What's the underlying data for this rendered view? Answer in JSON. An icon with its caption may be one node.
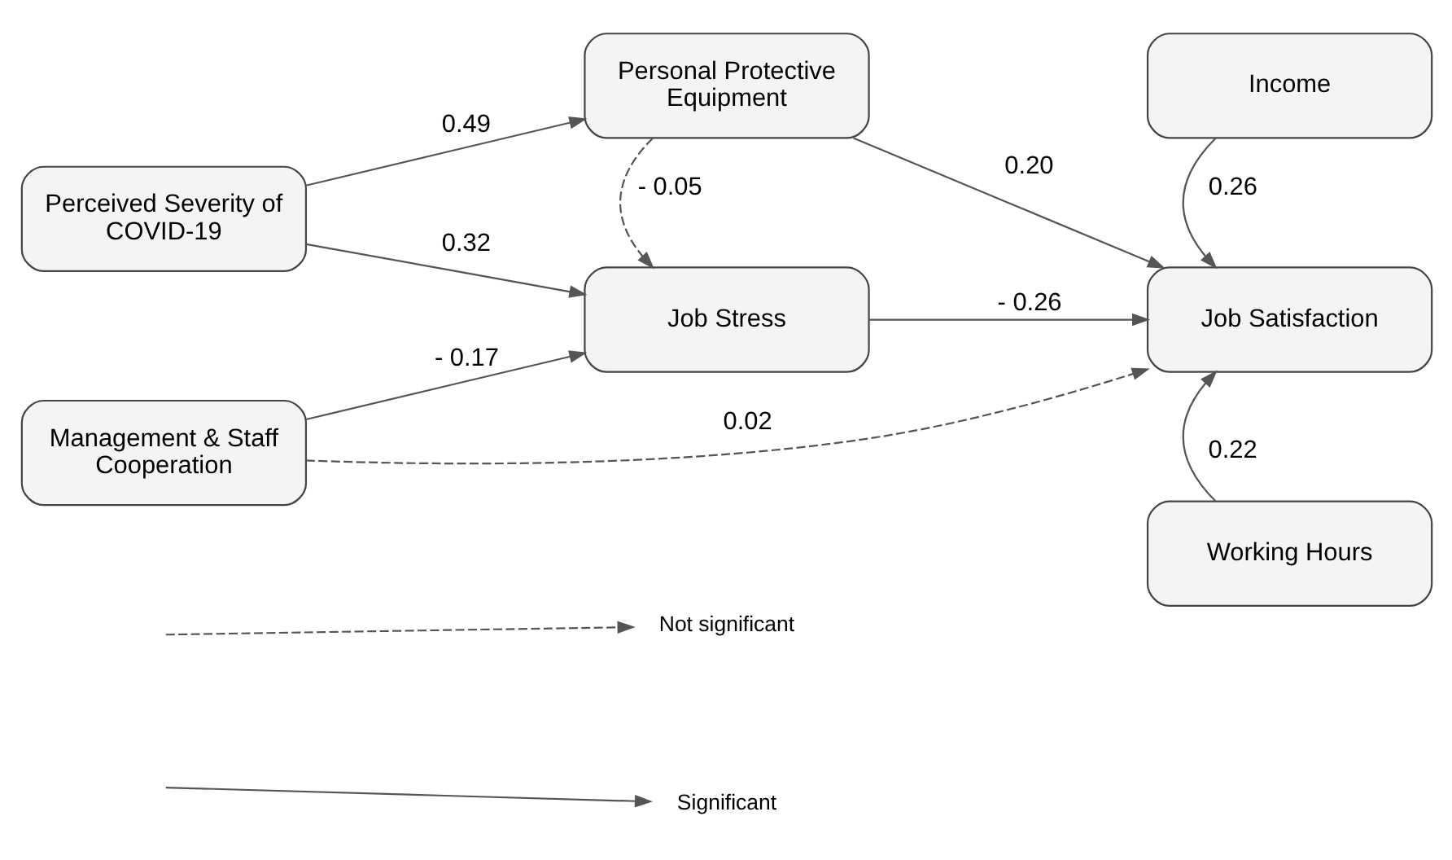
{
  "diagram": {
    "nodes": [
      {
        "text": [
          "Personal Protective Equipment"
        ]
      },
      {
        "text": [
          "Income"
        ]
      },
      {
        "text": [
          "Perceived Severity of COVID-19"
        ]
      },
      {
        "text": [
          "Job Stress"
        ]
      },
      {
        "text": [
          "Job Satisfaction"
        ]
      },
      {
        "text": [
          "Management & Staff Cooperation"
        ]
      },
      {
        "text": [
          "Working Hours"
        ]
      }
    ],
    "edges": [
      {
        "from": 2,
        "to": 0,
        "arrow": "to",
        "label": "0.49"
      },
      {
        "from": 0,
        "to": 3,
        "arrow": "to",
        "label": "- 0.05",
        "style": "dashed"
      },
      {
        "from": 0,
        "to": 4,
        "arrow": "to",
        "label": "0.20"
      },
      {
        "from": 1,
        "to": 4,
        "arrow": "to",
        "label": "0.26"
      },
      {
        "from": 2,
        "to": 3,
        "arrow": "to",
        "label": "0.32"
      },
      {
        "from": 3,
        "to": 4,
        "arrow": "to",
        "label": "- 0.26"
      },
      {
        "from": 5,
        "to": 3,
        "arrow": "to",
        "label": "- 0.17"
      },
      {
        "from": 5,
        "to": 4,
        "arrow": "to",
        "label": "0.02",
        "style": "dashed"
      },
      {
        "from": 6,
        "to": 4,
        "arrow": "to",
        "label": "0.22"
      }
    ],
    "legend": [
      {
        "text": "Not significant"
      },
      {
        "text": "Significant"
      }
    ]
  }
}
